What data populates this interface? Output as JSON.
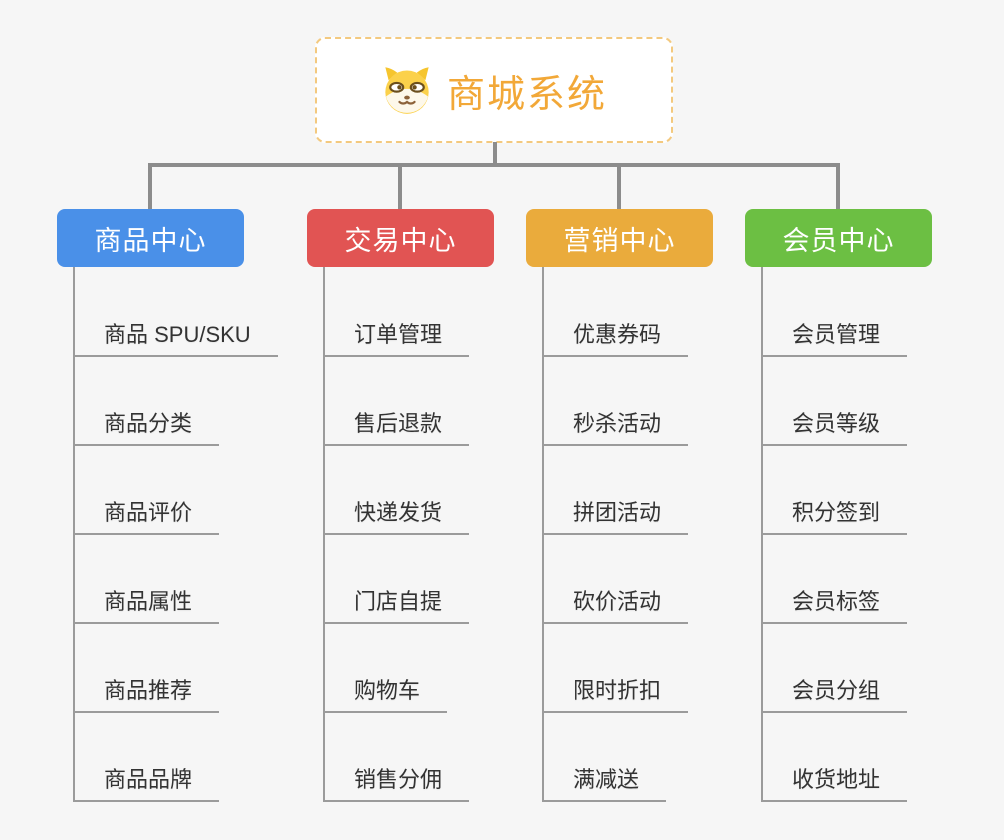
{
  "canvas": {
    "background_color": "#f6f6f6",
    "connector_color": "#8c8c8c",
    "child_line_color": "#9b9b9b",
    "child_text_color": "#333333"
  },
  "root": {
    "label": "商城系统",
    "icon": "dog-face-icon",
    "text_color": "#f2a838",
    "border_color": "#f3c97f",
    "background": "#ffffff"
  },
  "branches": [
    {
      "label": "商品中心",
      "color": "#4a90e8",
      "children": [
        "商品 SPU/SKU",
        "商品分类",
        "商品评价",
        "商品属性",
        "商品推荐",
        "商品品牌"
      ]
    },
    {
      "label": "交易中心",
      "color": "#e15453",
      "children": [
        "订单管理",
        "售后退款",
        "快递发货",
        "门店自提",
        "购物车",
        "销售分佣"
      ]
    },
    {
      "label": "营销中心",
      "color": "#eaab3c",
      "children": [
        "优惠券码",
        "秒杀活动",
        "拼团活动",
        "砍价活动",
        "限时折扣",
        "满减送"
      ]
    },
    {
      "label": "会员中心",
      "color": "#6cbf43",
      "children": [
        "会员管理",
        "会员等级",
        "积分签到",
        "会员标签",
        "会员分组",
        "收货地址"
      ]
    }
  ]
}
